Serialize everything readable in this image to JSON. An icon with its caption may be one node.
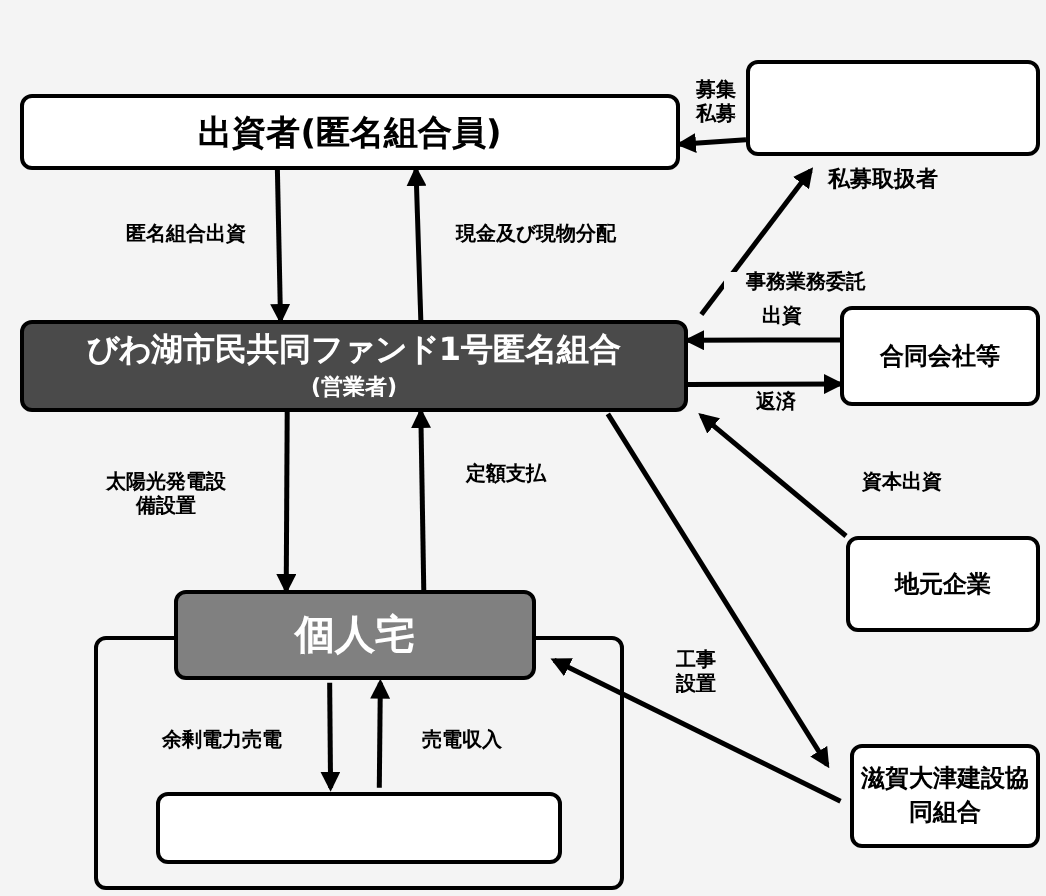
{
  "diagram": {
    "nodes": [
      {
        "text": [
          "出資者(匿名組合員)"
        ]
      },
      {
        "text": [],
        "shape": "box",
        "beside": [
          "私募取扱者"
        ]
      },
      {
        "text": [
          "びわ湖市民共同ファンド1号匿名組合",
          "(営業者)"
        ]
      },
      {
        "text": [
          "合同会社等"
        ]
      },
      {
        "text": [
          "地元企業"
        ]
      },
      {
        "text": [
          "滋賀大津建設協同組合"
        ]
      },
      {
        "text": [],
        "shape": "box"
      },
      {
        "text": [
          "個人宅"
        ]
      },
      {
        "text": [],
        "shape": "box",
        "in": 6
      }
    ],
    "edges": [
      {
        "from": 0,
        "to": 2,
        "arrow": "to",
        "label": "匿名組合出資"
      },
      {
        "from": 2,
        "to": 0,
        "arrow": "to",
        "label": "現金及び現物分配"
      },
      {
        "from": 1,
        "to": 0,
        "arrow": "to",
        "label": "募集私募"
      },
      {
        "from": 2,
        "to": 1,
        "arrow": "to",
        "label": "事務業務委託"
      },
      {
        "from": 3,
        "to": 2,
        "arrow": "to",
        "label": "出資"
      },
      {
        "from": 2,
        "to": 3,
        "arrow": "to",
        "label": "返済"
      },
      {
        "from": 4,
        "to": 2,
        "arrow": "to",
        "label": "資本出資"
      },
      {
        "from": 2,
        "to": 7,
        "arrow": "to",
        "label": "太陽光発電設備設置"
      },
      {
        "from": 7,
        "to": 2,
        "arrow": "to",
        "label": "定額支払"
      },
      {
        "from": 2,
        "to": 5,
        "arrow": "to"
      },
      {
        "from": 5,
        "to": 7,
        "arrow": "to",
        "label": "工事設置"
      },
      {
        "from": 7,
        "to": 8,
        "arrow": "to",
        "label": "余剰電力売電"
      },
      {
        "from": 8,
        "to": 7,
        "arrow": "to",
        "label": "売電収入"
      }
    ]
  }
}
